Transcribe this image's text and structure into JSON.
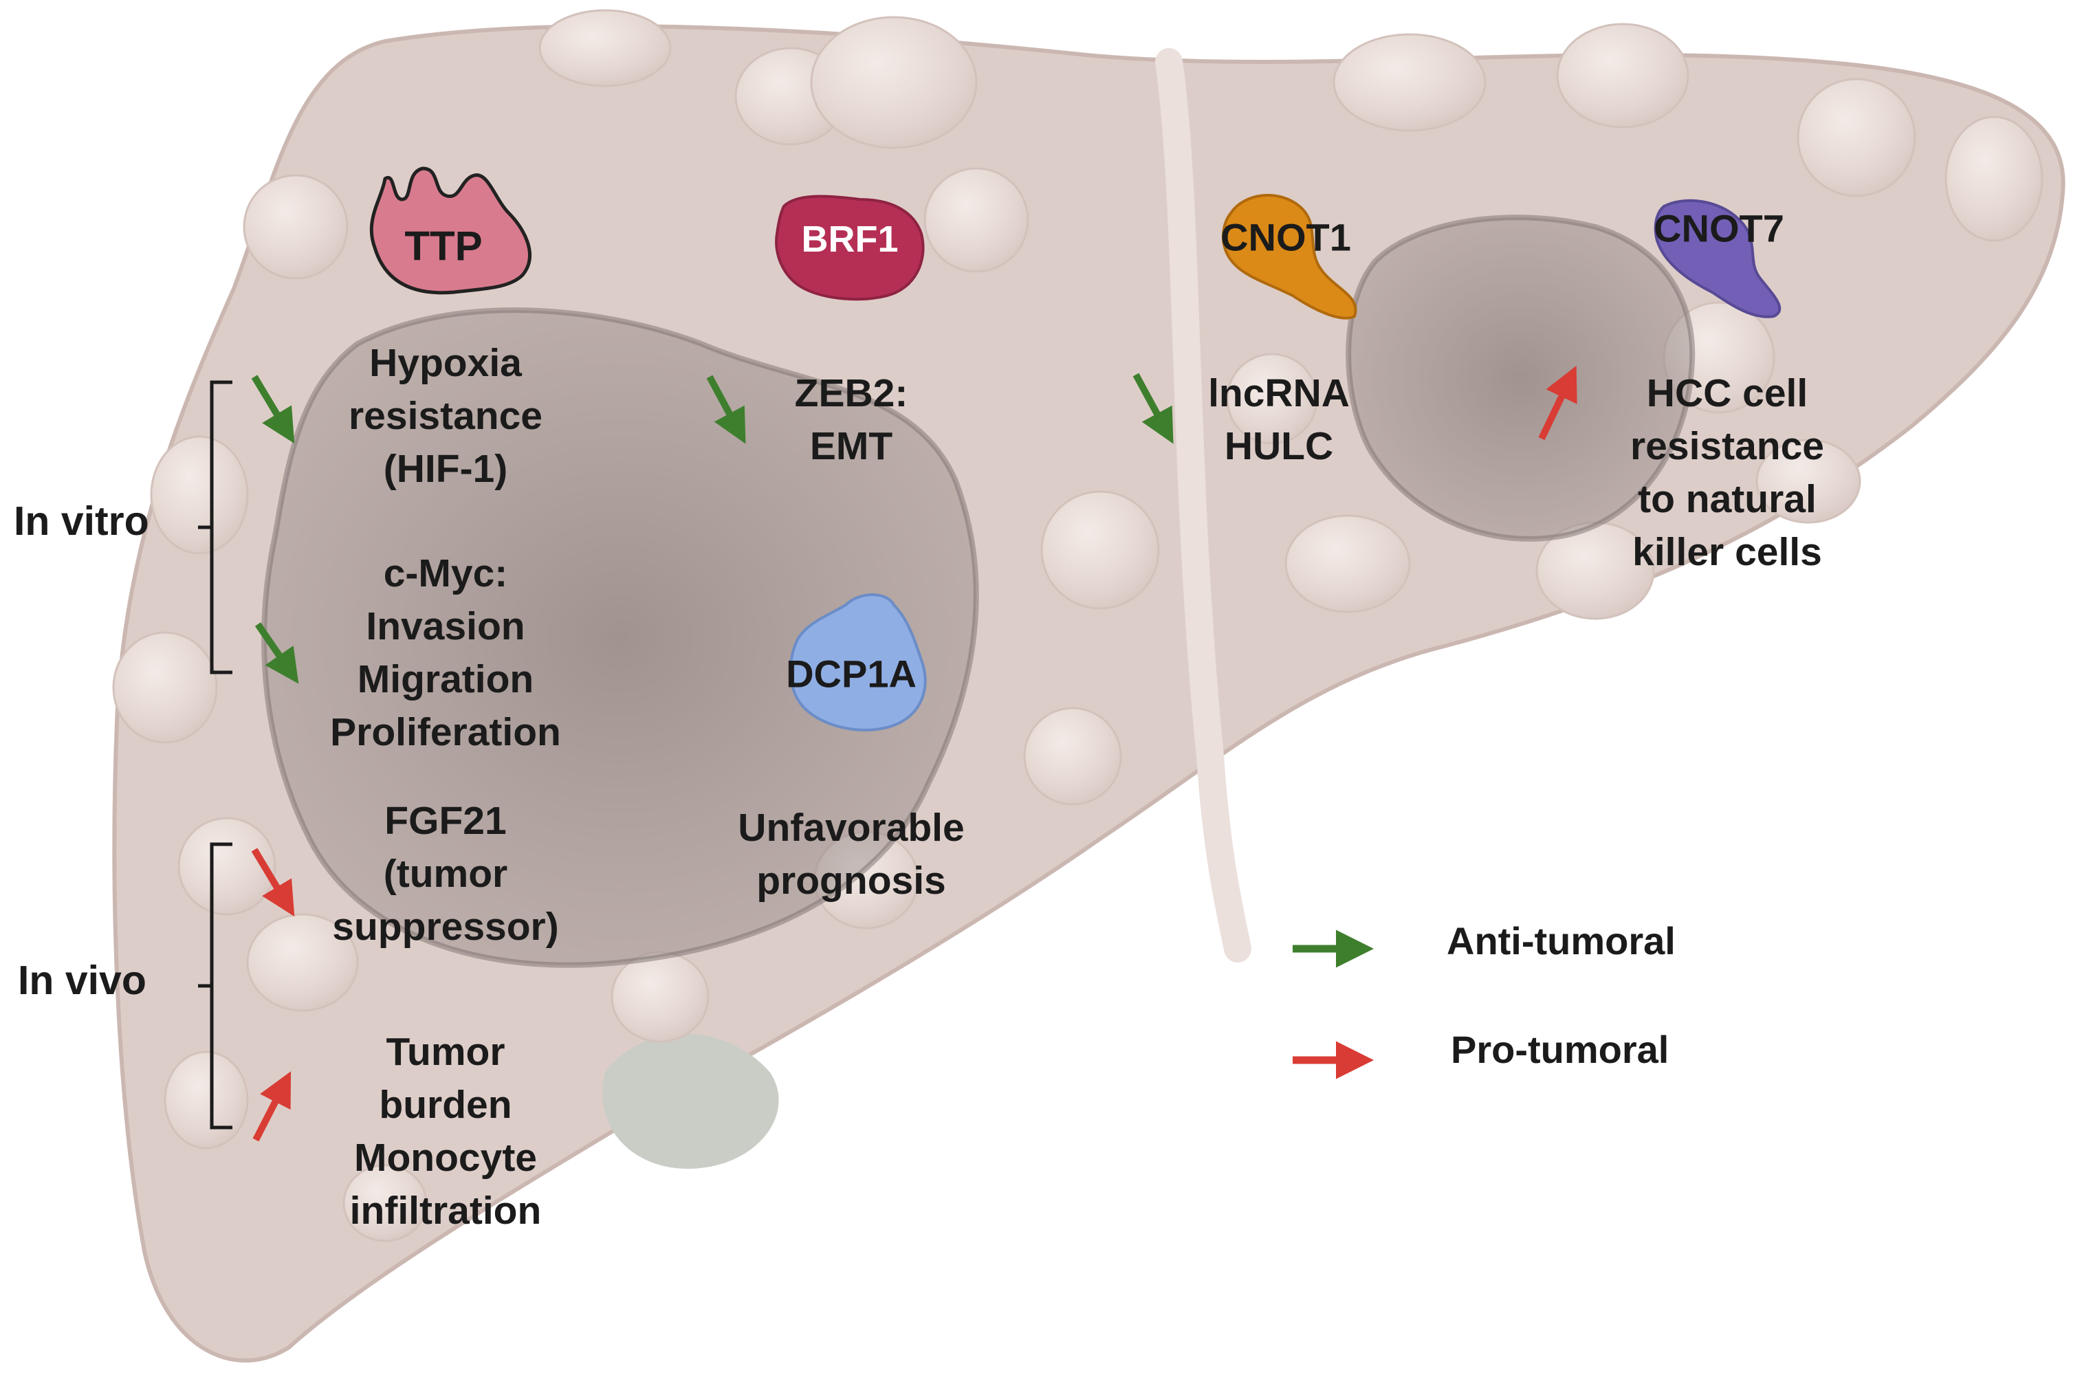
{
  "proteins": {
    "ttp": "TTP",
    "brf1": "BRF1",
    "cnot1": "CNOT1",
    "cnot7": "CNOT7",
    "dcp1a": "DCP1A"
  },
  "groups": {
    "in_vitro": "In vitro",
    "in_vivo": "In vivo"
  },
  "effects": {
    "hypoxia": [
      "Hypoxia",
      "resistance",
      "(HIF-1)"
    ],
    "cmyc": [
      "c-Myc:",
      "Invasion",
      "Migration",
      "Proliferation"
    ],
    "fgf21": [
      "FGF21",
      "(tumor",
      "suppressor)"
    ],
    "tumor_burden": [
      "Tumor",
      "burden",
      "Monocyte",
      "infiltration"
    ],
    "zeb2": [
      "ZEB2:",
      "EMT"
    ],
    "prognosis": [
      "Unfavorable",
      "prognosis"
    ],
    "lncrna": [
      "lncRNA",
      "HULC"
    ],
    "nk_resistance": [
      "HCC cell",
      "resistance",
      "to natural",
      "killer cells"
    ]
  },
  "legend": {
    "anti": "Anti-tumoral",
    "pro": "Pro-tumoral"
  },
  "colors": {
    "liver": "#ddcdc8",
    "liver_outline": "#c9b6b0",
    "tumor": "#8d817f",
    "anti_arrow": "#3e7f2e",
    "pro_arrow": "#d83c34",
    "ttp": "#d97b8e",
    "brf1": "#b52f55",
    "cnot1": "#dc8a17",
    "cnot7": "#7360b6",
    "dcp1a": "#8faee4"
  }
}
